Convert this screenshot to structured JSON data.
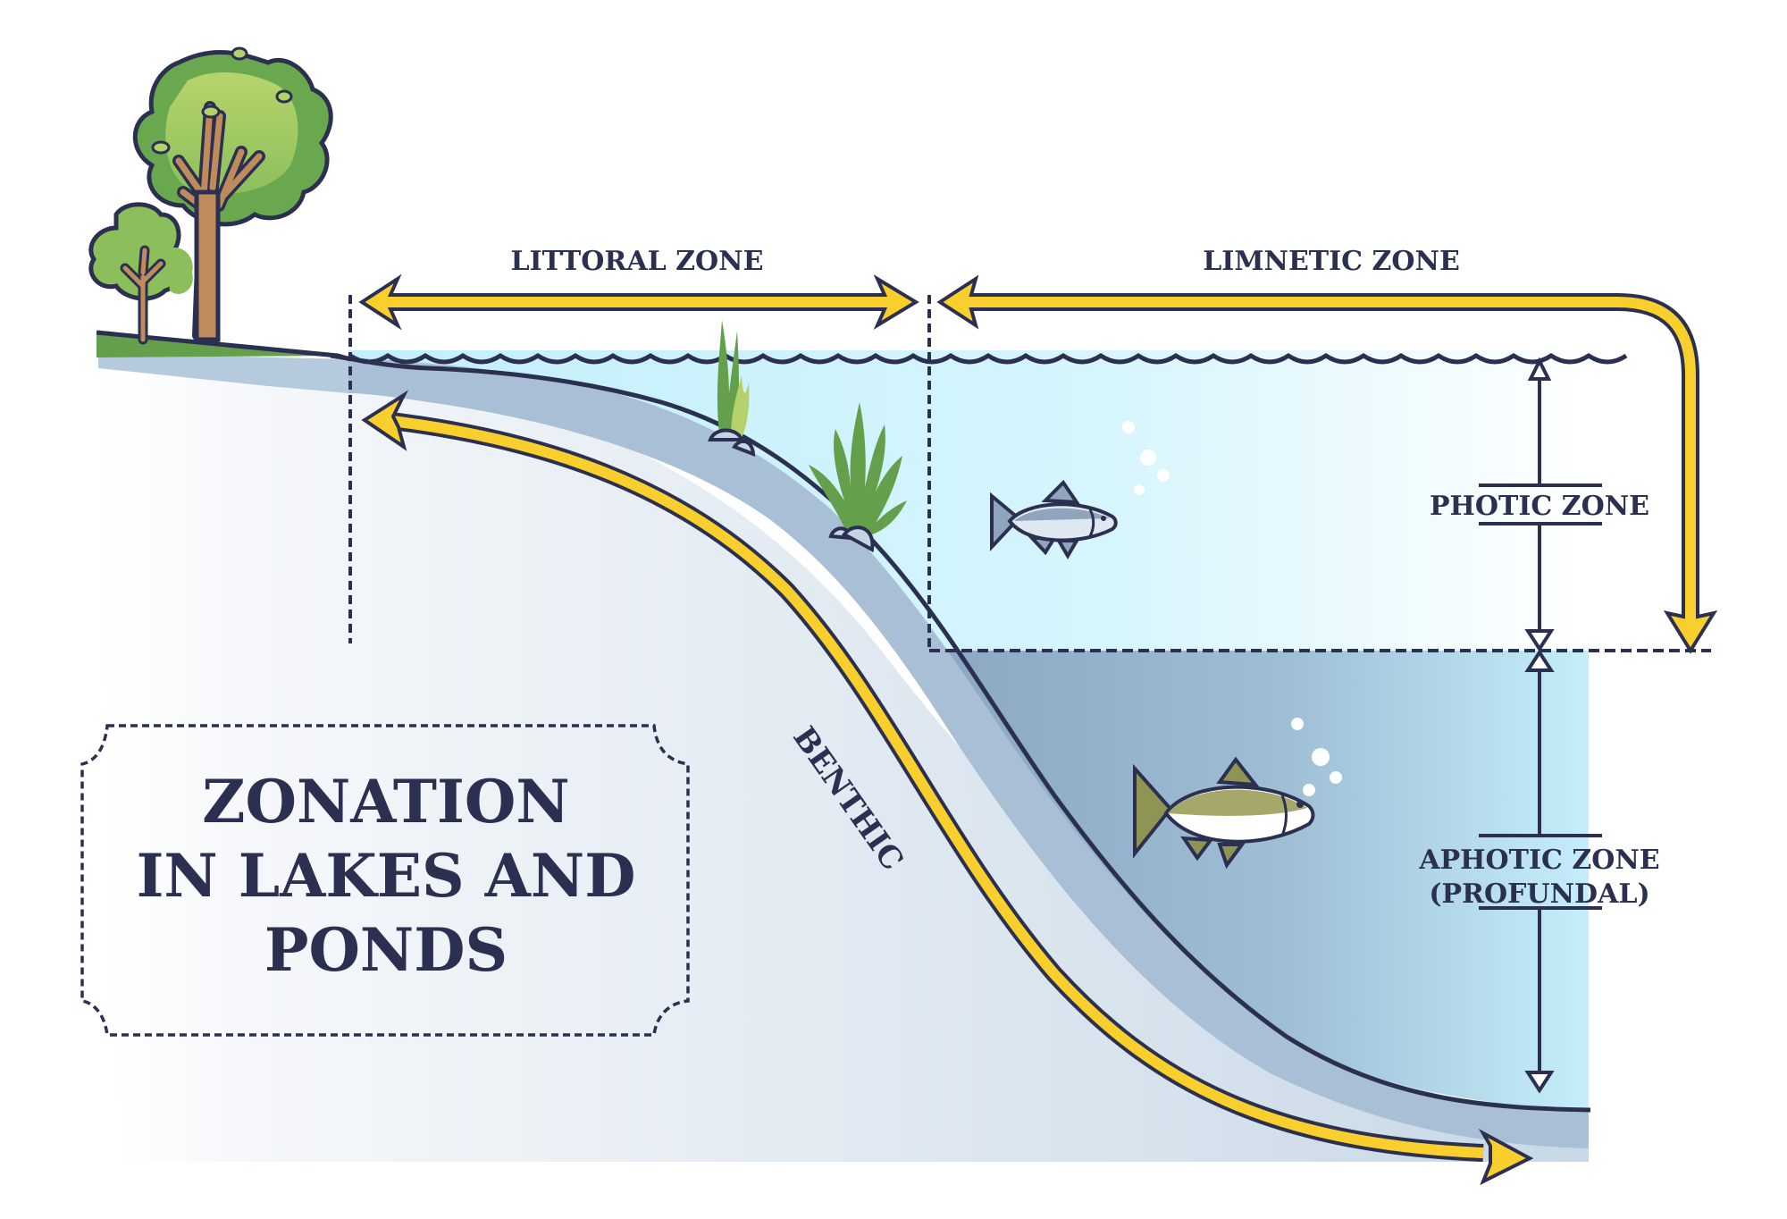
{
  "title": {
    "lines": [
      "ZONATION",
      "IN LAKES AND",
      "PONDS"
    ]
  },
  "zones": {
    "littoral": "LITTORAL ZONE",
    "limnetic": "LIMNETIC ZONE",
    "photic": "PHOTIC ZONE",
    "aphotic_line1": "APHOTIC ZONE",
    "aphotic_line2": "(PROFUNDAL)",
    "benthic": "BENTHIC"
  },
  "colors": {
    "ink": "#2b3050",
    "arrow_yellow": "#f9cf2e",
    "surface_water": "#c6f0fb",
    "deep_water": "#8fa8c4",
    "sediment": "#a9bfd5",
    "ground": "#dde7f0",
    "grass": "#64a04c",
    "leaf_light": "#b5d16c",
    "trunk": "#c08b5c",
    "fish_shallow": "#8fa5bb",
    "fish_deep": "#8f9454"
  },
  "icons": [
    "tree-icon",
    "small-tree-icon",
    "reed-plant-icon",
    "bush-plant-icon",
    "rock-icon",
    "fish-icon",
    "bubble-icon"
  ]
}
